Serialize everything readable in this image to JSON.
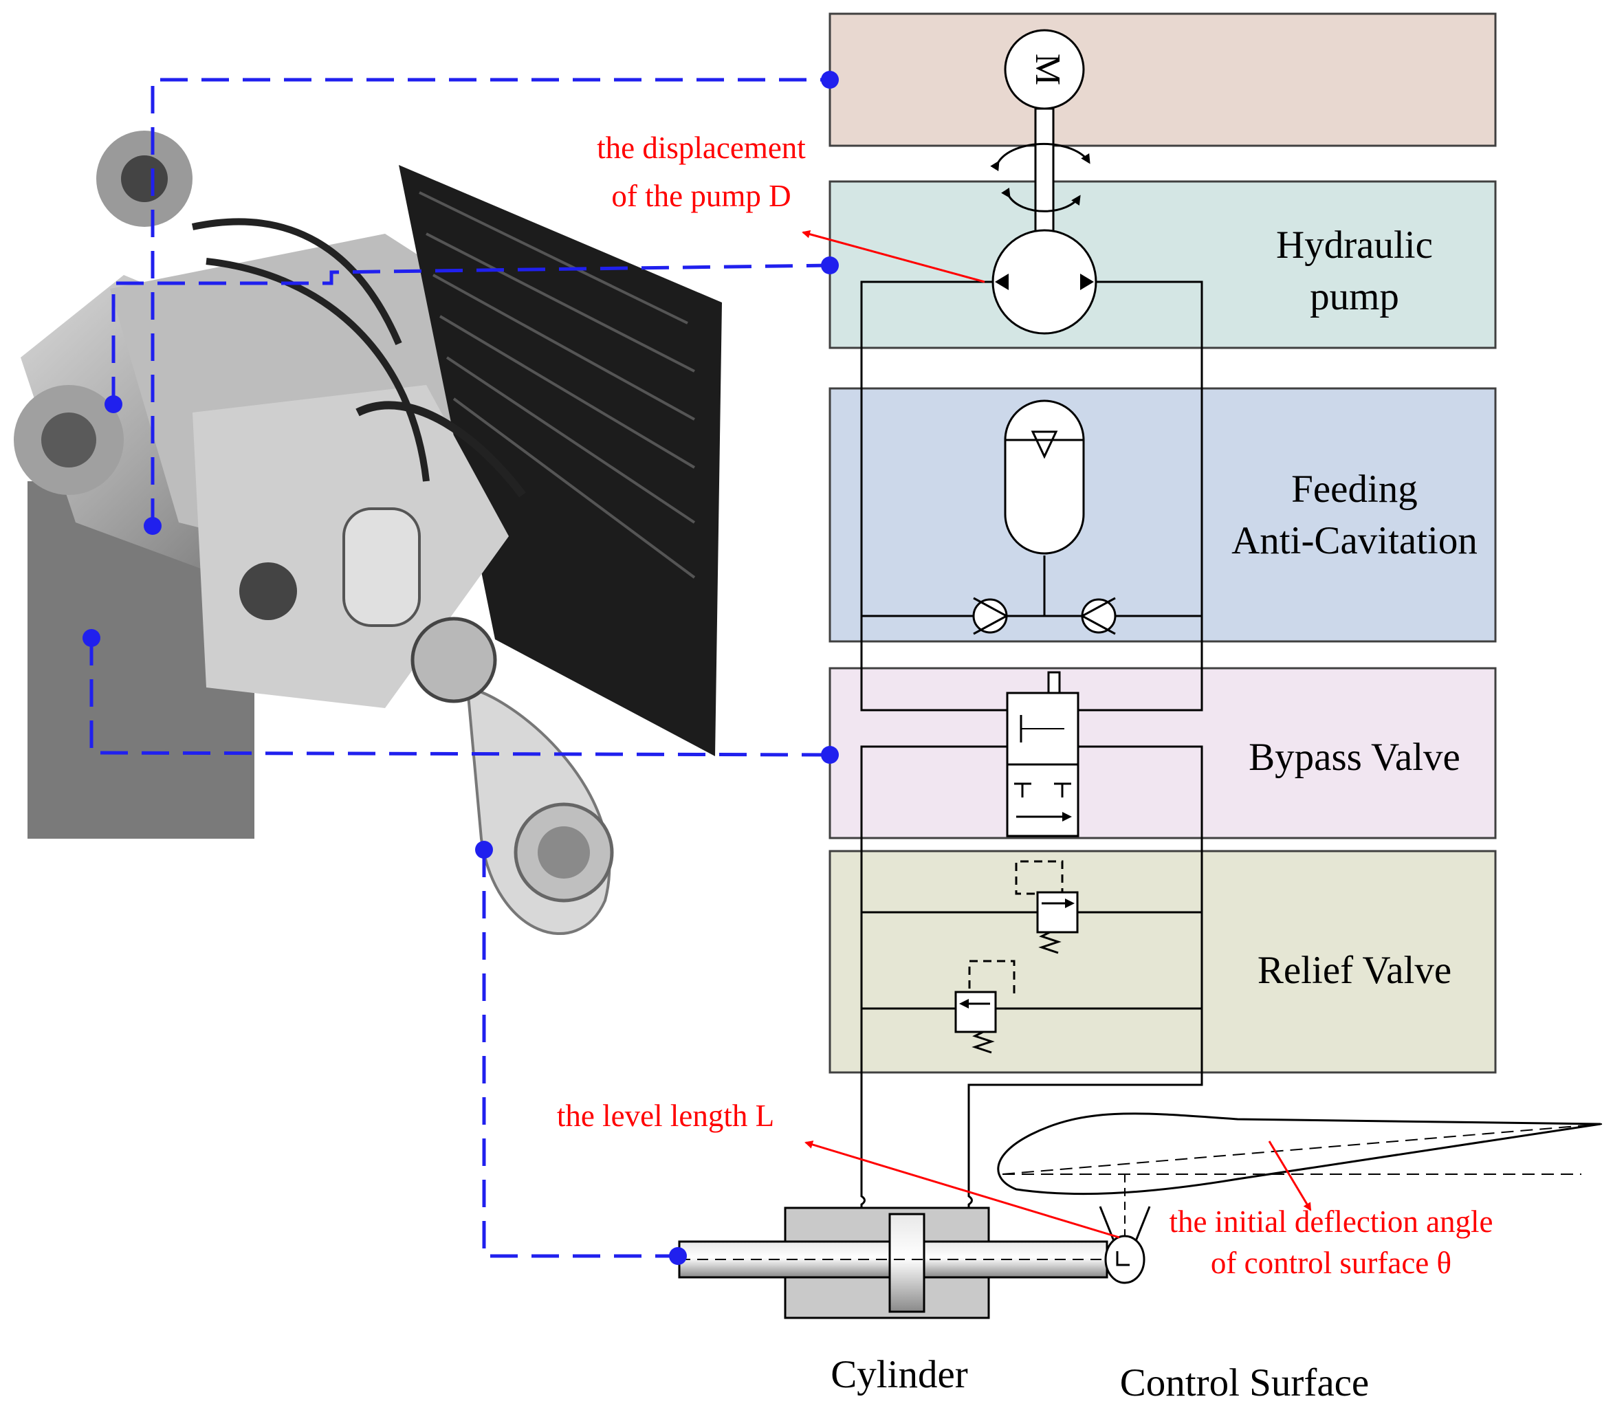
{
  "colors": {
    "motor_block": "#e8d8d0",
    "pump_block": "#d4e6e4",
    "feeding_block": "#ccd8ea",
    "bypass_block": "#f1e6f1",
    "relief_block": "#e5e6d4",
    "block_border": "#404040",
    "leader": "#2020ee",
    "annotation": "#ff0000",
    "photo_shade": "#8c8c8c"
  },
  "blocks": {
    "motor": {
      "symbol": "M"
    },
    "pump": {
      "label_line1": "Hydraulic",
      "label_line2": "pump"
    },
    "feeding": {
      "label_line1": "Feeding",
      "label_line2": "Anti-Cavitation"
    },
    "bypass": {
      "label": "Bypass Valve"
    },
    "relief": {
      "label": "Relief Valve"
    }
  },
  "annotations": {
    "displacement_line1": "the displacement",
    "displacement_line2": "of the pump D",
    "lever": "the level length L",
    "angle_line1": "the initial deflection angle",
    "angle_line2": "of control surface θ"
  },
  "captions": {
    "cylinder": "Cylinder",
    "control_surface": "Control Surface"
  },
  "photo": {
    "icon": "electro-hydrostatic-actuator-photo"
  }
}
